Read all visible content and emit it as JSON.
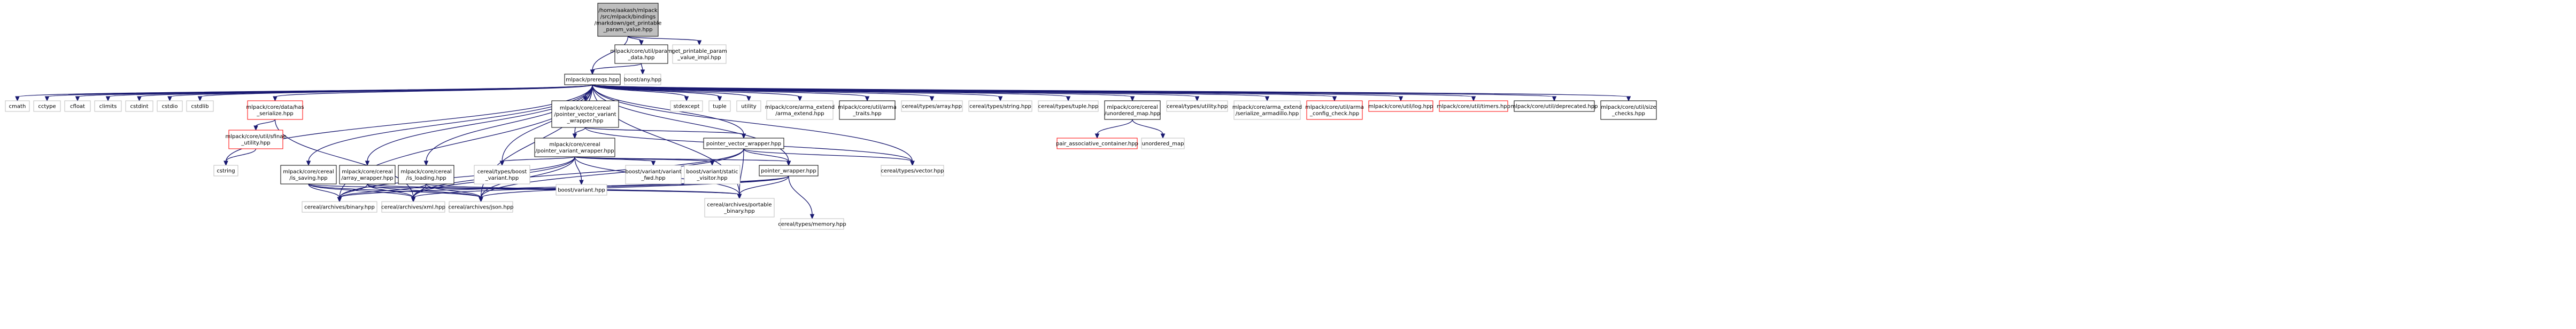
{
  "graph": {
    "legend_colors": {
      "root_fill": "#bfbfbf",
      "linked_border": "#000000",
      "external_border": "#bfbfbf",
      "truncated_border": "#ff0000",
      "edge": "#191970"
    },
    "nodes": [
      {
        "id": "root",
        "kind": "root",
        "lines": [
          "/home/aakash/mlpack",
          "/src/mlpack/bindings",
          "/markdown/get_printable",
          "_param_value.hpp"
        ]
      },
      {
        "id": "param_data",
        "kind": "linked",
        "lines": [
          "mlpack/core/util/param",
          "_data.hpp"
        ]
      },
      {
        "id": "impl",
        "kind": "ext",
        "lines": [
          "get_printable_param",
          "_value_impl.hpp"
        ]
      },
      {
        "id": "boost_any",
        "kind": "ext",
        "lines": [
          "boost/any.hpp"
        ]
      },
      {
        "id": "prereqs",
        "kind": "linked",
        "lines": [
          "mlpack/prereqs.hpp"
        ]
      },
      {
        "id": "cmath",
        "kind": "ext",
        "lines": [
          "cmath"
        ]
      },
      {
        "id": "cctype",
        "kind": "ext",
        "lines": [
          "cctype"
        ]
      },
      {
        "id": "cfloat",
        "kind": "ext",
        "lines": [
          "cfloat"
        ]
      },
      {
        "id": "climits",
        "kind": "ext",
        "lines": [
          "climits"
        ]
      },
      {
        "id": "cstdint",
        "kind": "ext",
        "lines": [
          "cstdint"
        ]
      },
      {
        "id": "cstdio",
        "kind": "ext",
        "lines": [
          "cstdio"
        ]
      },
      {
        "id": "cstdlib",
        "kind": "ext",
        "lines": [
          "cstdlib"
        ]
      },
      {
        "id": "has_serialize",
        "kind": "trunc",
        "lines": [
          "mlpack/core/data/has",
          "_serialize.hpp"
        ]
      },
      {
        "id": "sfinae",
        "kind": "trunc",
        "lines": [
          "mlpack/core/util/sfinae",
          "_utility.hpp"
        ]
      },
      {
        "id": "cstring",
        "kind": "ext",
        "lines": [
          "cstring"
        ]
      },
      {
        "id": "pvvw",
        "kind": "linked",
        "lines": [
          "mlpack/core/cereal",
          "/pointer_vector_variant",
          "_wrapper.hpp"
        ]
      },
      {
        "id": "pvarw",
        "kind": "linked",
        "lines": [
          "mlpack/core/cereal",
          "/pointer_variant_wrapper.hpp"
        ]
      },
      {
        "id": "pvw",
        "kind": "linked",
        "lines": [
          "pointer_vector_wrapper.hpp"
        ]
      },
      {
        "id": "pw",
        "kind": "linked",
        "lines": [
          "pointer_wrapper.hpp"
        ]
      },
      {
        "id": "is_saving",
        "kind": "linked",
        "lines": [
          "mlpack/core/cereal",
          "/is_saving.hpp"
        ]
      },
      {
        "id": "array_wrapper",
        "kind": "linked",
        "lines": [
          "mlpack/core/cereal",
          "/array_wrapper.hpp"
        ]
      },
      {
        "id": "is_loading",
        "kind": "linked",
        "lines": [
          "mlpack/core/cereal",
          "/is_loading.hpp"
        ]
      },
      {
        "id": "cereal_variant",
        "kind": "ext",
        "lines": [
          "cereal/types/boost",
          "_variant.hpp"
        ]
      },
      {
        "id": "boost_variant",
        "kind": "ext",
        "lines": [
          "boost/variant.hpp"
        ]
      },
      {
        "id": "variant_fwd",
        "kind": "ext",
        "lines": [
          "boost/variant/variant",
          "_fwd.hpp"
        ]
      },
      {
        "id": "static_visitor",
        "kind": "ext",
        "lines": [
          "boost/variant/static",
          "_visitor.hpp"
        ]
      },
      {
        "id": "binary",
        "kind": "ext",
        "lines": [
          "cereal/archives/binary.hpp"
        ]
      },
      {
        "id": "xml",
        "kind": "ext",
        "lines": [
          "cereal/archives/xml.hpp"
        ]
      },
      {
        "id": "json",
        "kind": "ext",
        "lines": [
          "cereal/archives/json.hpp"
        ]
      },
      {
        "id": "portable",
        "kind": "ext",
        "lines": [
          "cereal/archives/portable",
          "_binary.hpp"
        ]
      },
      {
        "id": "memory",
        "kind": "ext",
        "lines": [
          "cereal/types/memory.hpp"
        ]
      },
      {
        "id": "vector",
        "kind": "ext",
        "lines": [
          "cereal/types/vector.hpp"
        ]
      },
      {
        "id": "stdexcept",
        "kind": "ext",
        "lines": [
          "stdexcept"
        ]
      },
      {
        "id": "tuple",
        "kind": "ext",
        "lines": [
          "tuple"
        ]
      },
      {
        "id": "utility",
        "kind": "ext",
        "lines": [
          "utility"
        ]
      },
      {
        "id": "arma_extend",
        "kind": "ext",
        "lines": [
          "mlpack/core/arma_extend",
          "/arma_extend.hpp"
        ]
      },
      {
        "id": "arma_traits",
        "kind": "linked",
        "lines": [
          "mlpack/core/util/arma",
          "_traits.hpp"
        ]
      },
      {
        "id": "c_array",
        "kind": "ext",
        "lines": [
          "cereal/types/array.hpp"
        ]
      },
      {
        "id": "c_string",
        "kind": "ext",
        "lines": [
          "cereal/types/string.hpp"
        ]
      },
      {
        "id": "c_tuple",
        "kind": "ext",
        "lines": [
          "cereal/types/tuple.hpp"
        ]
      },
      {
        "id": "unordered_map_hpp",
        "kind": "linked",
        "lines": [
          "mlpack/core/cereal",
          "/unordered_map.hpp"
        ]
      },
      {
        "id": "pair_assoc",
        "kind": "trunc",
        "lines": [
          "pair_associative_container.hpp"
        ]
      },
      {
        "id": "unordered_map",
        "kind": "ext",
        "lines": [
          "unordered_map"
        ]
      },
      {
        "id": "c_utility",
        "kind": "ext",
        "lines": [
          "cereal/types/utility.hpp"
        ]
      },
      {
        "id": "ser_armadillo",
        "kind": "ext",
        "lines": [
          "mlpack/core/arma_extend",
          "/serialize_armadillo.hpp"
        ]
      },
      {
        "id": "arma_config",
        "kind": "trunc",
        "lines": [
          "mlpack/core/util/arma",
          "_config_check.hpp"
        ]
      },
      {
        "id": "log",
        "kind": "trunc",
        "lines": [
          "mlpack/core/util/log.hpp"
        ]
      },
      {
        "id": "timers",
        "kind": "trunc",
        "lines": [
          "mlpack/core/util/timers.hpp"
        ]
      },
      {
        "id": "deprecated",
        "kind": "linked",
        "lines": [
          "mlpack/core/util/deprecated.hpp"
        ]
      },
      {
        "id": "size_checks",
        "kind": "linked",
        "lines": [
          "mlpack/core/util/size",
          "_checks.hpp"
        ]
      }
    ],
    "edges": [
      [
        "root",
        "param_data"
      ],
      [
        "root",
        "impl"
      ],
      [
        "root",
        "prereqs"
      ],
      [
        "param_data",
        "boost_any"
      ],
      [
        "param_data",
        "prereqs"
      ],
      [
        "prereqs",
        "cmath"
      ],
      [
        "prereqs",
        "cctype"
      ],
      [
        "prereqs",
        "cfloat"
      ],
      [
        "prereqs",
        "climits"
      ],
      [
        "prereqs",
        "cstdint"
      ],
      [
        "prereqs",
        "cstdio"
      ],
      [
        "prereqs",
        "cstdlib"
      ],
      [
        "prereqs",
        "cstring"
      ],
      [
        "prereqs",
        "has_serialize"
      ],
      [
        "prereqs",
        "pvvw"
      ],
      [
        "prereqs",
        "pvarw"
      ],
      [
        "prereqs",
        "pvw"
      ],
      [
        "prereqs",
        "pw"
      ],
      [
        "prereqs",
        "is_saving"
      ],
      [
        "prereqs",
        "array_wrapper"
      ],
      [
        "prereqs",
        "is_loading"
      ],
      [
        "prereqs",
        "cereal_variant"
      ],
      [
        "prereqs",
        "binary"
      ],
      [
        "prereqs",
        "json"
      ],
      [
        "prereqs",
        "portable"
      ],
      [
        "prereqs",
        "vector"
      ],
      [
        "prereqs",
        "stdexcept"
      ],
      [
        "prereqs",
        "tuple"
      ],
      [
        "prereqs",
        "utility"
      ],
      [
        "prereqs",
        "arma_extend"
      ],
      [
        "prereqs",
        "arma_traits"
      ],
      [
        "prereqs",
        "c_array"
      ],
      [
        "prereqs",
        "c_string"
      ],
      [
        "prereqs",
        "c_tuple"
      ],
      [
        "prereqs",
        "unordered_map_hpp"
      ],
      [
        "prereqs",
        "c_utility"
      ],
      [
        "prereqs",
        "ser_armadillo"
      ],
      [
        "prereqs",
        "arma_config"
      ],
      [
        "prereqs",
        "log"
      ],
      [
        "prereqs",
        "timers"
      ],
      [
        "prereqs",
        "deprecated"
      ],
      [
        "prereqs",
        "size_checks"
      ],
      [
        "has_serialize",
        "sfinae"
      ],
      [
        "has_serialize",
        "xml"
      ],
      [
        "sfinae",
        "cstring"
      ],
      [
        "pvvw",
        "pvarw"
      ],
      [
        "pvvw",
        "pvw"
      ],
      [
        "pvvw",
        "vector"
      ],
      [
        "pvarw",
        "cereal_variant"
      ],
      [
        "pvarw",
        "boost_variant"
      ],
      [
        "pvarw",
        "variant_fwd"
      ],
      [
        "pvarw",
        "static_visitor"
      ],
      [
        "pvarw",
        "pw"
      ],
      [
        "pvarw",
        "binary"
      ],
      [
        "pvarw",
        "xml"
      ],
      [
        "pvarw",
        "json"
      ],
      [
        "pvarw",
        "portable"
      ],
      [
        "pvw",
        "pw"
      ],
      [
        "pvw",
        "vector"
      ],
      [
        "pvw",
        "xml"
      ],
      [
        "pvw",
        "json"
      ],
      [
        "pvw",
        "portable"
      ],
      [
        "pw",
        "memory"
      ],
      [
        "pw",
        "binary"
      ],
      [
        "pw",
        "xml"
      ],
      [
        "pw",
        "json"
      ],
      [
        "pw",
        "portable"
      ],
      [
        "is_saving",
        "binary"
      ],
      [
        "is_saving",
        "xml"
      ],
      [
        "is_saving",
        "json"
      ],
      [
        "is_saving",
        "portable"
      ],
      [
        "array_wrapper",
        "binary"
      ],
      [
        "array_wrapper",
        "xml"
      ],
      [
        "array_wrapper",
        "json"
      ],
      [
        "array_wrapper",
        "portable"
      ],
      [
        "is_loading",
        "binary"
      ],
      [
        "is_loading",
        "xml"
      ],
      [
        "is_loading",
        "json"
      ],
      [
        "is_loading",
        "portable"
      ],
      [
        "unordered_map_hpp",
        "pair_assoc"
      ],
      [
        "unordered_map_hpp",
        "unordered_map"
      ]
    ]
  }
}
